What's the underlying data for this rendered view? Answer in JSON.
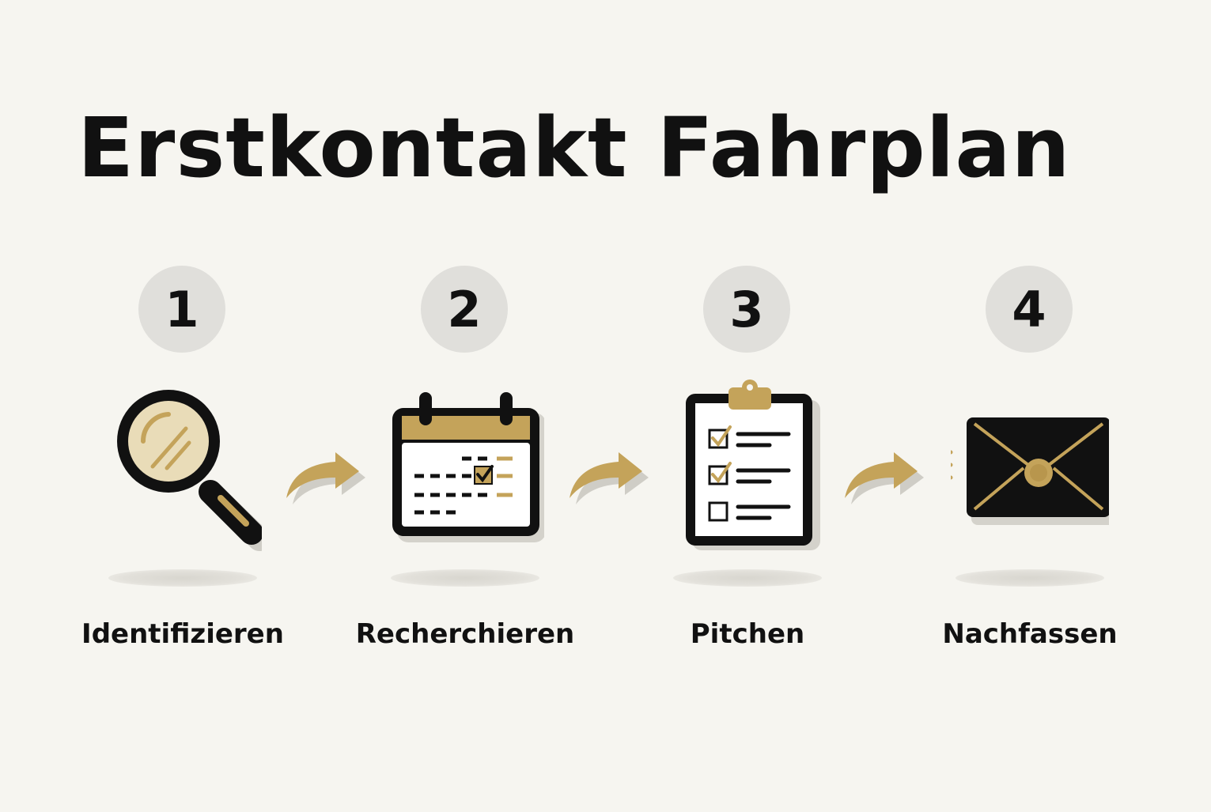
{
  "title": "Erstkontakt Fahrplan",
  "colors": {
    "background": "#f6f5f0",
    "accent_gold": "#c4a35a",
    "ink": "#111111",
    "badge": "#e0dfdb"
  },
  "steps": [
    {
      "number": "1",
      "label": "Identifizieren",
      "icon": "magnifying-glass-icon"
    },
    {
      "number": "2",
      "label": "Recherchieren",
      "icon": "calendar-icon"
    },
    {
      "number": "3",
      "label": "Pitchen",
      "icon": "clipboard-checklist-icon"
    },
    {
      "number": "4",
      "label": "Nachfassen",
      "icon": "sealed-envelope-icon"
    }
  ],
  "connectors": [
    "curved-arrow-icon",
    "curved-arrow-icon",
    "curved-arrow-icon"
  ]
}
